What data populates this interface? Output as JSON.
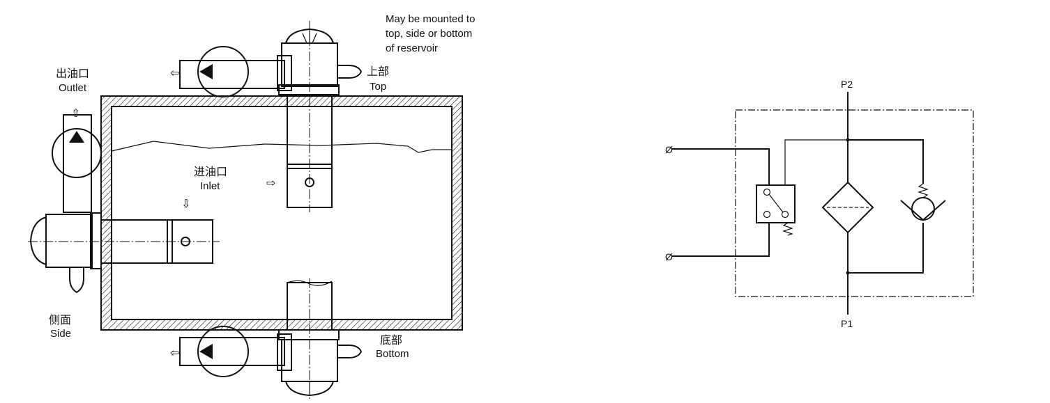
{
  "mounting_note": [
    "May be mounted to",
    "top, side or bottom",
    "of reservoir"
  ],
  "labels": {
    "outlet_cn": "出油口",
    "outlet_en": "Outlet",
    "inlet_cn": "进油口",
    "inlet_en": "Inlet",
    "top_cn": "上部",
    "top_en": "Top",
    "side_cn": "侧面",
    "side_en": "Side",
    "bottom_cn": "底部",
    "bottom_en": "Bottom"
  },
  "schematic": {
    "port_top": "P2",
    "port_bottom": "P1",
    "electric_terminal_symbol": "Ø"
  },
  "arrows": {
    "left": "⇦",
    "up": "⇧",
    "down": "⇩",
    "right": "⇨"
  }
}
